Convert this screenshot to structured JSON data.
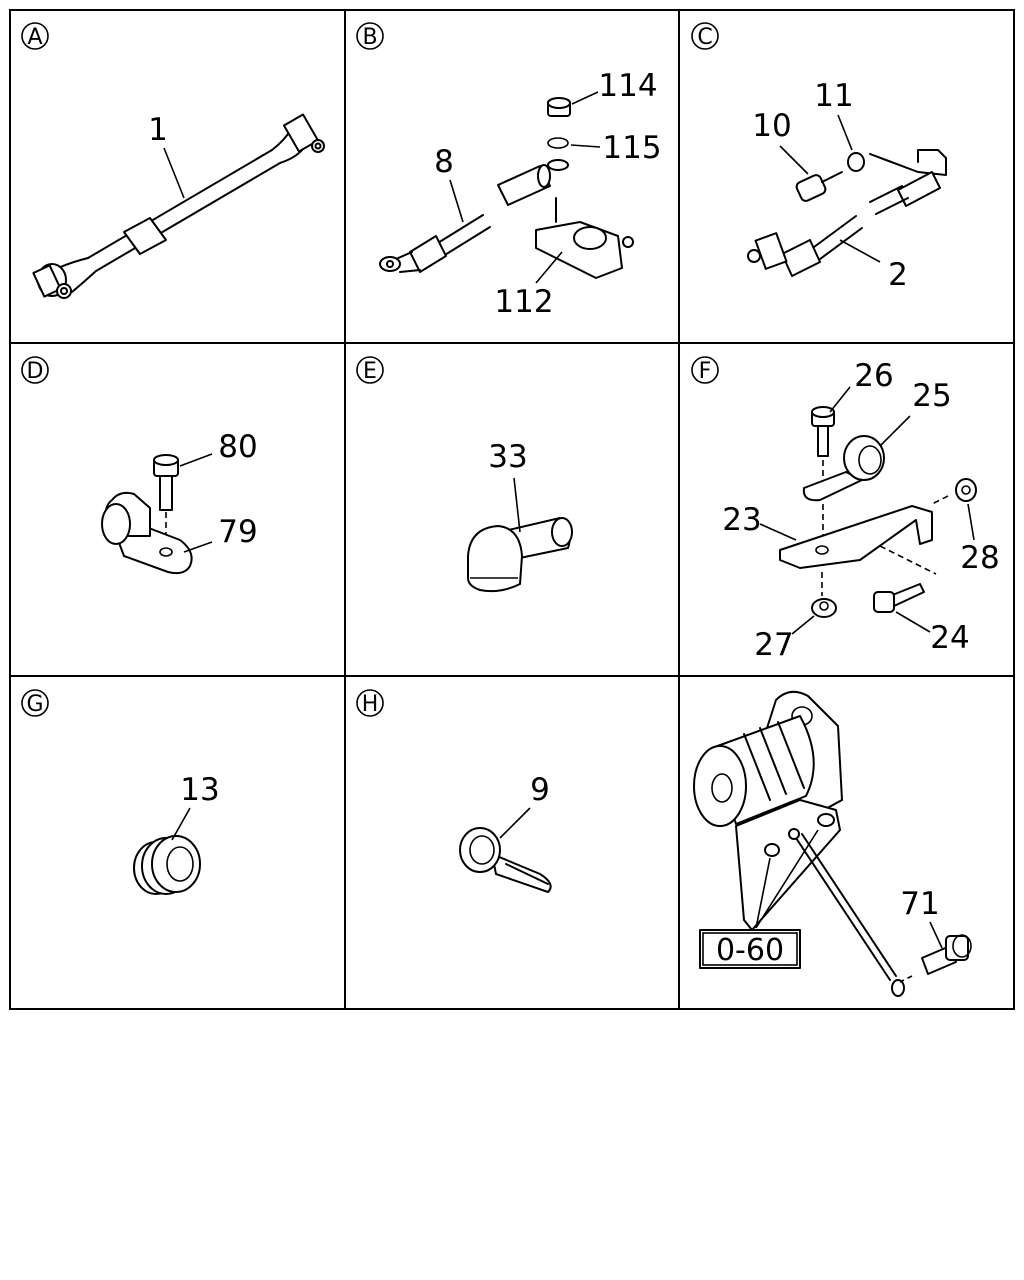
{
  "panels": {
    "A": {
      "letter": "A",
      "callouts": [
        "1"
      ]
    },
    "B": {
      "letter": "B",
      "callouts": [
        "114",
        "115",
        "8",
        "112"
      ]
    },
    "C": {
      "letter": "C",
      "callouts": [
        "10",
        "11",
        "2"
      ]
    },
    "D": {
      "letter": "D",
      "callouts": [
        "80",
        "79"
      ]
    },
    "E": {
      "letter": "E",
      "callouts": [
        "33"
      ]
    },
    "F": {
      "letter": "F",
      "callouts": [
        "26",
        "25",
        "23",
        "28",
        "24",
        "27"
      ]
    },
    "G": {
      "letter": "G",
      "callouts": [
        "13"
      ]
    },
    "H": {
      "letter": "H",
      "callouts": [
        "9"
      ]
    },
    "I": {
      "callouts": [
        "71"
      ],
      "reference_box": "0-60"
    }
  }
}
